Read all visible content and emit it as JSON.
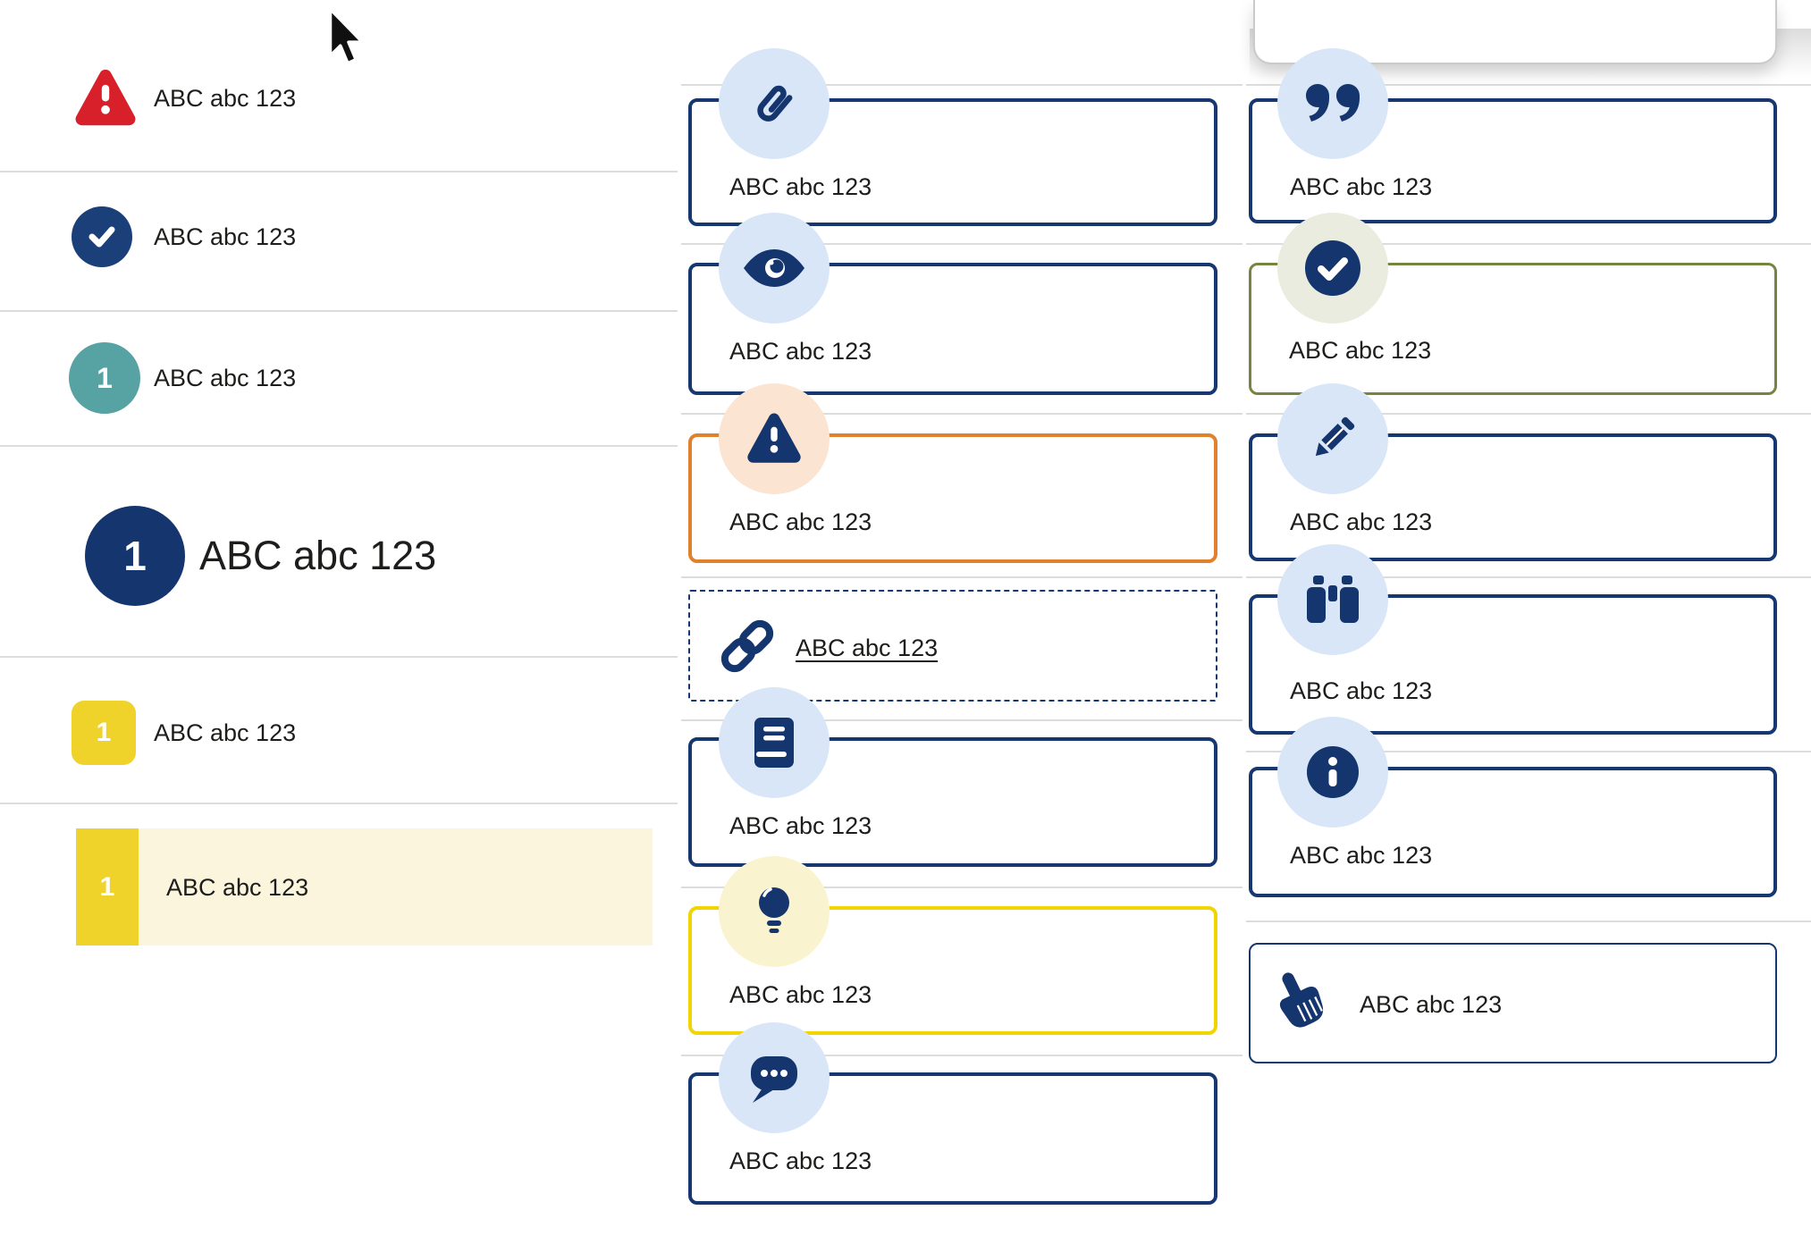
{
  "page": {
    "background": "#ffffff",
    "text_color": "#1d1d1b",
    "divider_color": "#dcdcdc",
    "accent_navy": "#16376f",
    "cursor": "arrow-pointer"
  },
  "left_list": {
    "rows": [
      {
        "id": "warning",
        "label": "ABC abc 123",
        "icon": "warning-triangle-icon",
        "icon_color": "#d7202a"
      },
      {
        "id": "success",
        "label": "ABC abc 123",
        "icon": "check-circle-icon",
        "icon_color": "#1b3f78"
      },
      {
        "id": "step-teal",
        "label": "ABC abc 123",
        "badge": "1",
        "badge_color": "#57a2a3"
      },
      {
        "id": "step-large",
        "label": "ABC abc 123",
        "badge": "1",
        "badge_color": "#15356e"
      },
      {
        "id": "step-yellow",
        "label": "ABC abc 123",
        "badge": "1",
        "badge_color": "#efd32b"
      },
      {
        "id": "step-highlighted",
        "label": "ABC abc 123",
        "badge": "1",
        "badge_color": "#efd32b",
        "highlight_color": "#faf5dc"
      }
    ]
  },
  "middle_callouts": [
    {
      "id": "attachment",
      "label": "ABC abc 123",
      "icon": "paperclip-icon",
      "border_color": "#16376f",
      "circle_color": "#d9e6f7"
    },
    {
      "id": "preview",
      "label": "ABC abc 123",
      "icon": "eye-icon",
      "border_color": "#16376f",
      "circle_color": "#d9e6f7"
    },
    {
      "id": "warning",
      "label": "ABC abc 123",
      "icon": "warning-triangle-icon",
      "border_color": "#e0812d",
      "circle_color": "#fbe4d1"
    },
    {
      "id": "link",
      "label": "ABC abc 123",
      "icon": "link-icon",
      "border_color": "#16376f",
      "border_style": "dashed",
      "link": true
    },
    {
      "id": "reference",
      "label": "ABC abc 123",
      "icon": "book-icon",
      "border_color": "#16376f",
      "circle_color": "#d9e6f7"
    },
    {
      "id": "tip",
      "label": "ABC abc 123",
      "icon": "lightbulb-icon",
      "border_color": "#f0d500",
      "circle_color": "#faf3cf"
    },
    {
      "id": "comment",
      "label": "ABC abc 123",
      "icon": "chat-bubble-icon",
      "border_color": "#16376f",
      "circle_color": "#d9e6f7"
    }
  ],
  "right_callouts": [
    {
      "id": "quote",
      "label": "ABC abc 123",
      "icon": "quote-icon",
      "border_color": "#16376f",
      "circle_color": "#d9e6f7"
    },
    {
      "id": "success",
      "label": "ABC abc 123",
      "icon": "check-circle-icon",
      "border_color": "#75853f",
      "circle_color": "#e9ecdf"
    },
    {
      "id": "edit",
      "label": "ABC abc 123",
      "icon": "pencil-icon",
      "border_color": "#16376f",
      "circle_color": "#d9e6f7"
    },
    {
      "id": "search",
      "label": "ABC abc 123",
      "icon": "binoculars-icon",
      "border_color": "#16376f",
      "circle_color": "#d9e6f7"
    },
    {
      "id": "info",
      "label": "ABC abc 123",
      "icon": "info-icon",
      "border_color": "#16376f",
      "circle_color": "#d9e6f7"
    },
    {
      "id": "action",
      "label": "ABC abc 123",
      "icon": "hand-pointer-icon",
      "border_color": "#16376f"
    }
  ]
}
